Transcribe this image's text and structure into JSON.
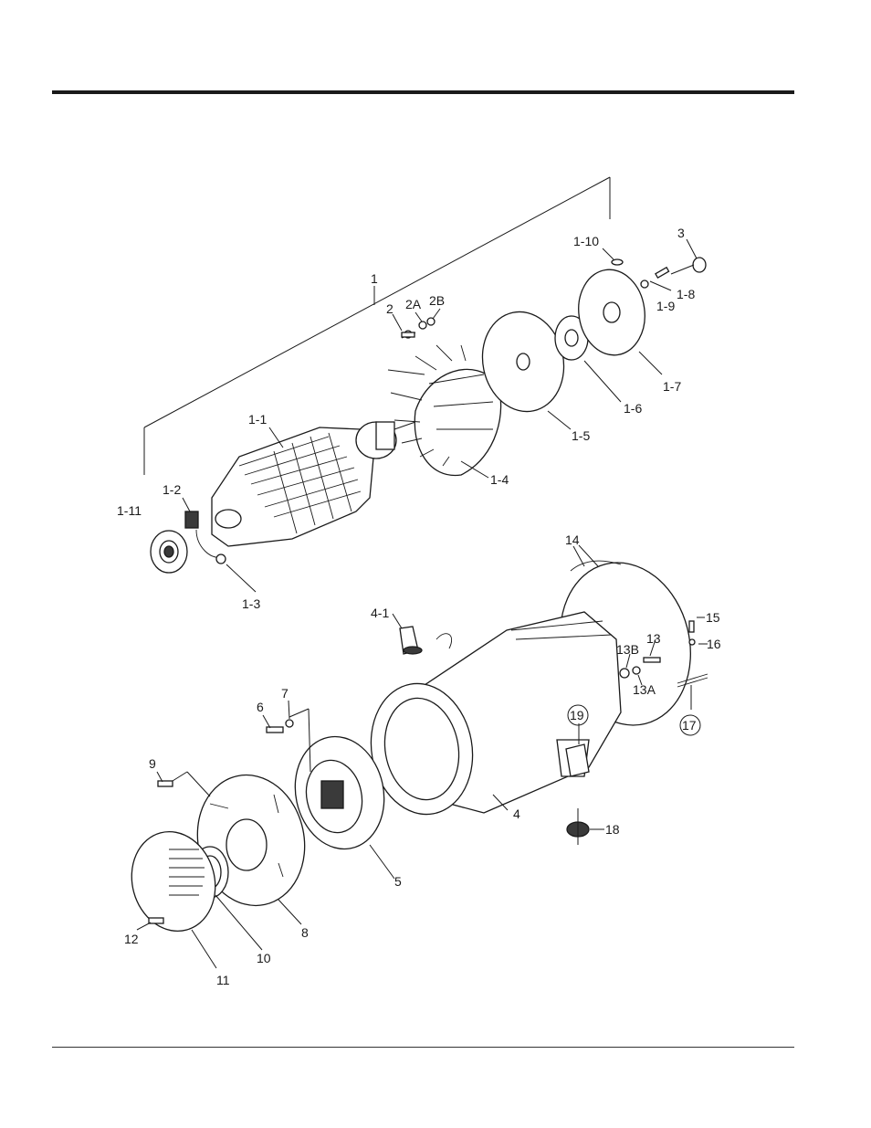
{
  "labels": {
    "l1": "1",
    "l1_1": "1-1",
    "l1_2": "1-2",
    "l1_3": "1-3",
    "l1_4": "1-4",
    "l1_5": "1-5",
    "l1_6": "1-6",
    "l1_7": "1-7",
    "l1_8": "1-8",
    "l1_9": "1-9",
    "l1_10": "1-10",
    "l1_11": "1-11",
    "l2": "2",
    "l2A": "2A",
    "l2B": "2B",
    "l3": "3",
    "l4": "4",
    "l4_1": "4-1",
    "l5": "5",
    "l6": "6",
    "l7": "7",
    "l8": "8",
    "l9": "9",
    "l10": "10",
    "l11": "11",
    "l12": "12",
    "l13": "13",
    "l13A": "13A",
    "l13B": "13B",
    "l14": "14",
    "l15": "15",
    "l16": "16",
    "l17": "17",
    "l18": "18",
    "l19": "19"
  }
}
